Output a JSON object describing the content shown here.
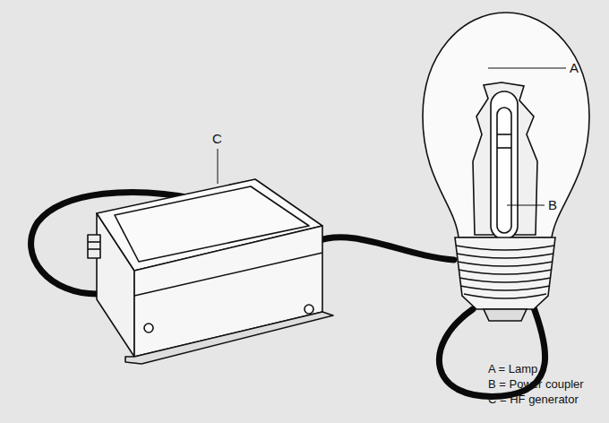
{
  "diagram": {
    "labels": [
      "A",
      "B",
      "C",
      "A = Lamp",
      "B = Power coupler",
      "C = HF generator"
    ]
  }
}
